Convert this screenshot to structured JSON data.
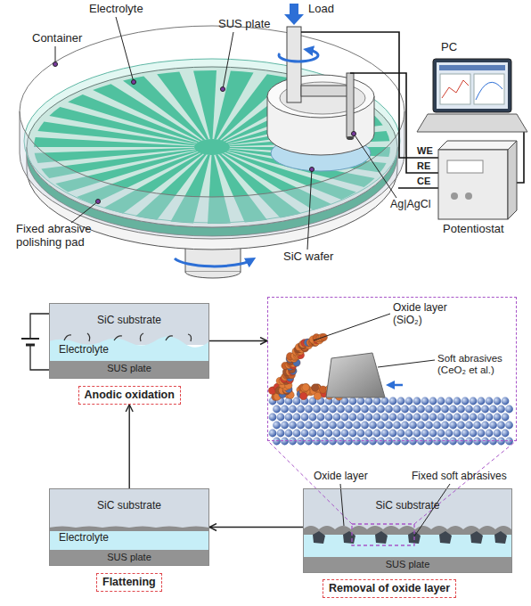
{
  "diagram": {
    "nodes": [
      {
        "text": [
          "SiC substrate",
          "Electrolyte",
          "SUS plate"
        ]
      },
      {
        "text": [
          "Anodic oxidation"
        ]
      },
      {
        "text": [
          "Oxide layer (SiO₂)",
          "Soft abrasives (CeO₂ et al.)"
        ]
      },
      {
        "text": [
          "SiC substrate",
          "SUS plate"
        ]
      },
      {
        "text": [
          "Removal of oxide layer"
        ]
      },
      {
        "text": [
          "SiC substrate",
          "Electrolyte",
          "SUS plate"
        ]
      },
      {
        "text": [
          "Flattening"
        ]
      }
    ],
    "edges": [
      {
        "from": 0,
        "to": 2,
        "arrow": "to"
      },
      {
        "from": 3,
        "to": 5,
        "arrow": "to"
      },
      {
        "from": 5,
        "to": 1,
        "arrow": "to"
      }
    ],
    "labels": [
      "Load",
      "Electrolyte",
      "SUS plate",
      "Container",
      "PC",
      "WE",
      "RE",
      "CE",
      "Potentiostat",
      "Ag|AgCl",
      "Fixed abrasive polishing pad",
      "SiC wafer",
      "Oxide layer",
      "Fixed soft abrasives"
    ]
  }
}
